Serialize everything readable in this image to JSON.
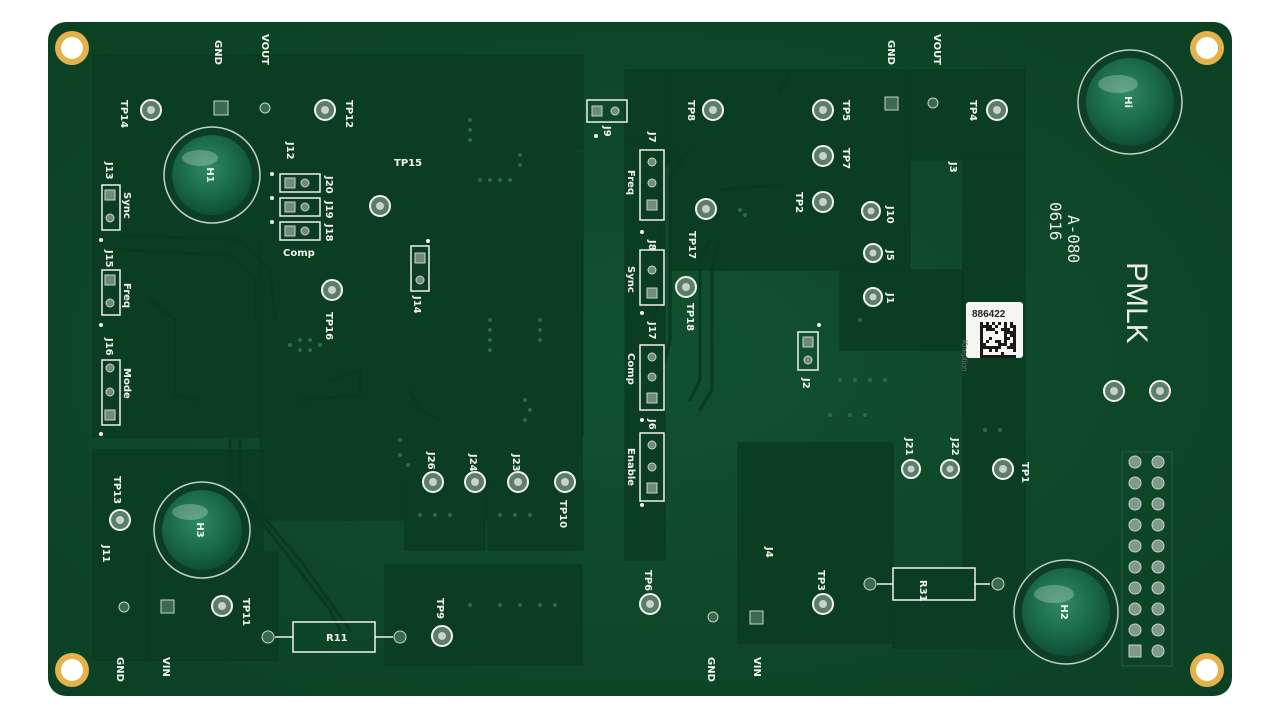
{
  "board": {
    "name": "PMLK",
    "rev": "A-080",
    "code": "0616",
    "barcode_id": "886422",
    "barcode_sub": "Kneption",
    "colors": {
      "board": "#0e4a2a",
      "copper": "#0b3b22",
      "silk": "#f2f2ee",
      "gold": "#e4b24a"
    }
  },
  "left": {
    "top": {
      "gnd": "GND",
      "vout": "VOUT",
      "tp14": "TP14",
      "tp12": "TP12"
    },
    "h1": "H1",
    "h3": "H3",
    "j12": "J12",
    "jumpers": {
      "j20": "J20",
      "j19": "J19",
      "j18": "J18",
      "comp": "Comp"
    },
    "j13": "J13",
    "sync": "Sync",
    "j15": "J15",
    "freq": "Freq",
    "j16": "J16",
    "mode": "Mode",
    "tp15": "TP15",
    "tp16": "TP16",
    "j14": "J14",
    "j26": "J26",
    "j24": "J24",
    "j23": "J23",
    "tp10": "TP10",
    "tp13": "TP13",
    "j11": "J11",
    "tp11": "TP11",
    "tp9": "TP9",
    "r11": "R11",
    "bottom": {
      "gnd": "GND",
      "vin": "VIN"
    }
  },
  "center": {
    "j9": "J9",
    "j7": "J7",
    "freq": "Freq",
    "j8": "J8",
    "sync": "Sync",
    "j17": "J17",
    "comp": "Comp",
    "j6": "J6",
    "enable": "Enable",
    "tp17": "TP17",
    "tp18": "TP18"
  },
  "right": {
    "top": {
      "gnd": "GND",
      "vout": "VOUT",
      "tp8": "TP8",
      "tp5": "TP5",
      "tp4": "TP4"
    },
    "tp7": "TP7",
    "tp2": "TP2",
    "j3": "J3",
    "j10": "J10",
    "j5": "J5",
    "j1": "J1",
    "j2": "J2",
    "j21": "J21",
    "j22": "J22",
    "tp1": "TP1",
    "j4": "J4",
    "tp3": "TP3",
    "tp6": "TP6",
    "r31": "R31",
    "h2": "H2",
    "hi": "Hi",
    "bottom": {
      "gnd": "GND",
      "vin": "VIN"
    }
  }
}
